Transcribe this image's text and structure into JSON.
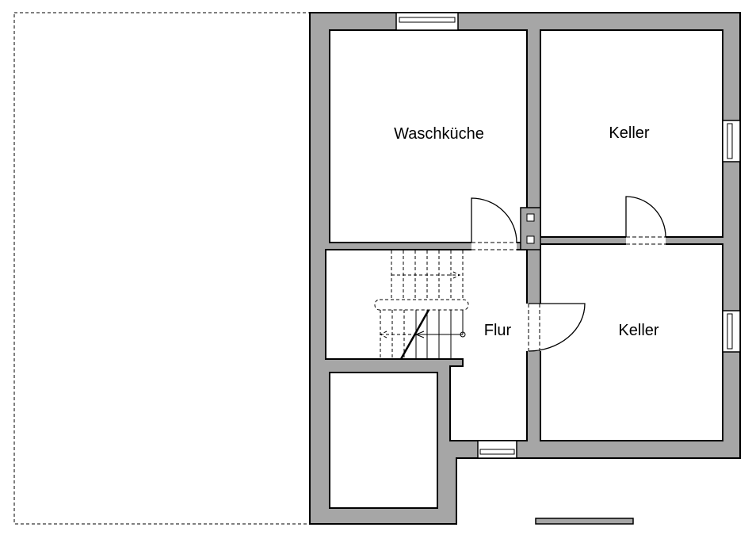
{
  "plan": {
    "rooms": [
      {
        "id": "waschkueche",
        "label": "Waschküche"
      },
      {
        "id": "keller-top",
        "label": "Keller"
      },
      {
        "id": "flur",
        "label": "Flur"
      },
      {
        "id": "keller-bottom",
        "label": "Keller"
      }
    ]
  },
  "colors": {
    "wall": "#a6a6a6",
    "line": "#000000",
    "room": "#ffffff"
  }
}
